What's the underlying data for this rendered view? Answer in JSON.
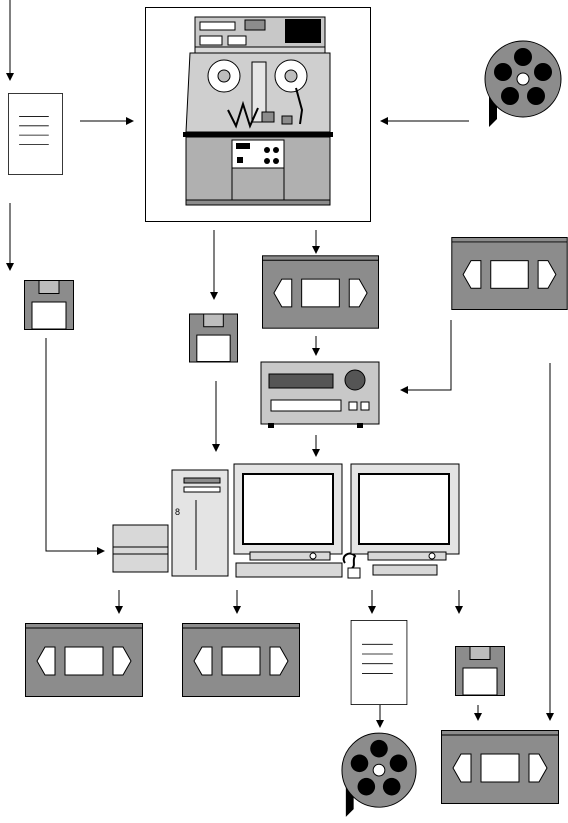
{
  "diagram": {
    "type": "video-post-production-workflow",
    "nodes": [
      {
        "id": "edit-list-in",
        "icon": "document-icon"
      },
      {
        "id": "film-reel-in",
        "icon": "film-reel-icon"
      },
      {
        "id": "telecine",
        "icon": "telecine-machine-icon"
      },
      {
        "id": "floppy-left",
        "icon": "floppy-disk-icon"
      },
      {
        "id": "floppy-center",
        "icon": "floppy-disk-icon"
      },
      {
        "id": "tape-telecine-out",
        "icon": "videotape-icon"
      },
      {
        "id": "tape-source",
        "icon": "videotape-icon"
      },
      {
        "id": "vtr-deck",
        "icon": "video-deck-icon"
      },
      {
        "id": "editing-workstation",
        "icon": "computer-workstation-icon"
      },
      {
        "id": "tape-out-1",
        "icon": "videotape-icon"
      },
      {
        "id": "tape-out-2",
        "icon": "videotape-icon"
      },
      {
        "id": "edit-list-out",
        "icon": "document-icon"
      },
      {
        "id": "floppy-out",
        "icon": "floppy-disk-icon"
      },
      {
        "id": "film-reel-out",
        "icon": "film-reel-icon"
      },
      {
        "id": "tape-final",
        "icon": "videotape-icon"
      }
    ],
    "edges": [
      [
        "input",
        "edit-list-in"
      ],
      [
        "edit-list-in",
        "telecine"
      ],
      [
        "film-reel-in",
        "telecine"
      ],
      [
        "edit-list-in",
        "floppy-left"
      ],
      [
        "telecine",
        "floppy-center"
      ],
      [
        "telecine",
        "tape-telecine-out"
      ],
      [
        "tape-telecine-out",
        "vtr-deck"
      ],
      [
        "tape-source",
        "vtr-deck"
      ],
      [
        "floppy-left",
        "editing-workstation"
      ],
      [
        "floppy-center",
        "editing-workstation"
      ],
      [
        "vtr-deck",
        "editing-workstation"
      ],
      [
        "editing-workstation",
        "tape-out-1"
      ],
      [
        "editing-workstation",
        "tape-out-2"
      ],
      [
        "editing-workstation",
        "edit-list-out"
      ],
      [
        "editing-workstation",
        "floppy-out"
      ],
      [
        "edit-list-out",
        "film-reel-out"
      ],
      [
        "floppy-out",
        "tape-final"
      ],
      [
        "tape-source",
        "tape-final"
      ]
    ]
  },
  "colors": {
    "line": "#000000",
    "tape_body": "#8c8c8c",
    "device_gray": "#a9a9a9",
    "panel": "#ffffff"
  }
}
